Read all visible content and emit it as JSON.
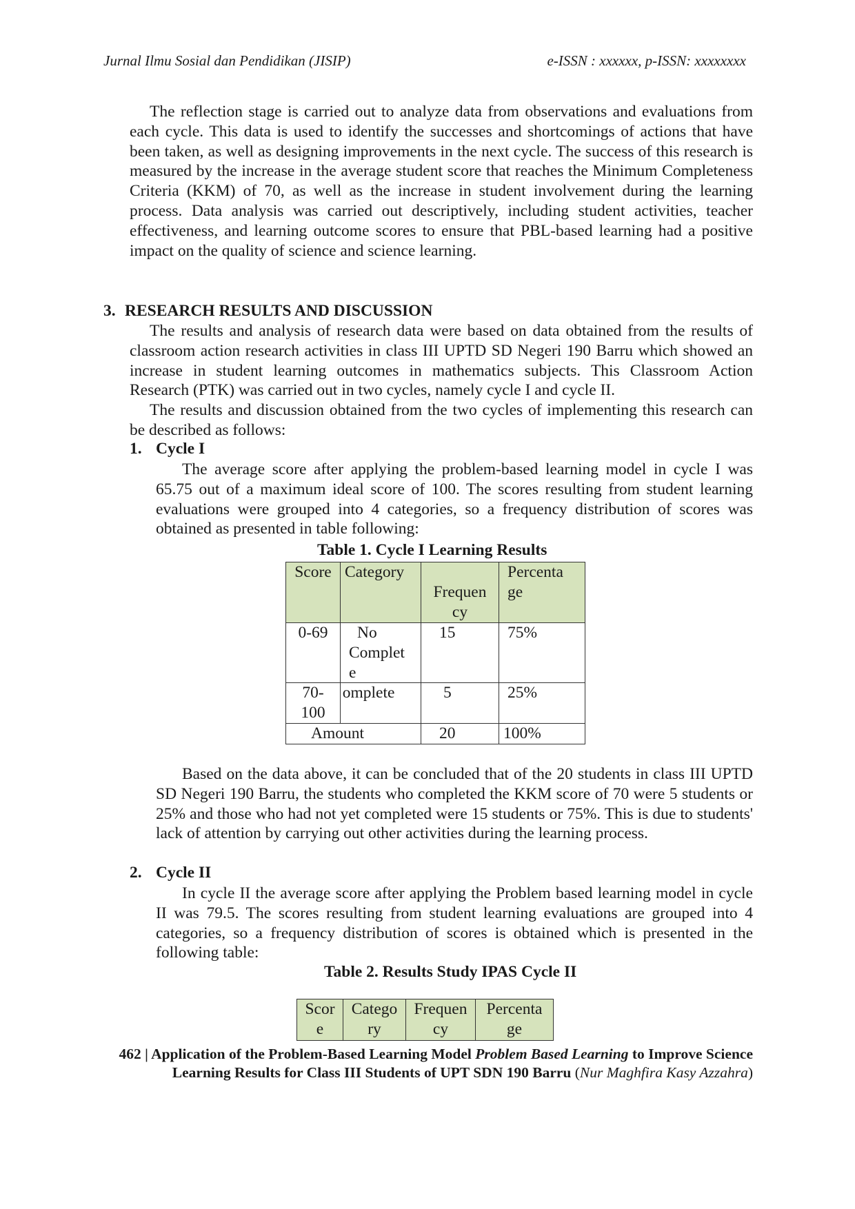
{
  "header": {
    "journal": "Jurnal Ilmu Sosial dan Pendidikan (JISIP)",
    "issn": "e-ISSN : xxxxxx, p-ISSN: xxxxxxxx"
  },
  "intro_paragraph": "The reflection stage is carried out to analyze data from observations and evaluations from each cycle. This data is used to identify the successes and shortcomings of actions that have been taken, as well as designing improvements in the next cycle. The success of this research is measured by the increase in the average student score that reaches the Minimum Completeness Criteria (KKM) of 70, as well as the increase in student involvement during the learning process. Data analysis was carried out descriptively, including student activities, teacher effectiveness, and learning outcome scores to ensure that PBL-based learning had a positive impact on the quality of science and science learning.",
  "section3": {
    "number": "3.",
    "title": "RESEARCH RESULTS AND DISCUSSION",
    "para1": "The results and analysis of research data were based on data obtained from the results of classroom action research activities in class III UPTD SD Negeri 190 Barru which showed an increase in student learning outcomes in mathematics subjects. This Classroom Action Research (PTK) was carried out in two cycles, namely cycle I and cycle II.",
    "para2": "The results and discussion obtained from the two cycles of implementing this research can be described as follows:"
  },
  "cycle1": {
    "number": "1.",
    "title": "Cycle I",
    "para": "The average score after applying the problem-based learning model in cycle I was 65.75 out of a maximum ideal score of 100. The scores resulting from student learning evaluations were grouped into 4 categories, so a frequency distribution of scores was obtained as presented in table following:",
    "table_caption": "Table 1. Cycle I Learning Results",
    "table": {
      "headers": [
        "Score",
        "Category",
        "Frequency",
        "Percentage"
      ],
      "header_lines": {
        "score": "Score",
        "category": "Category",
        "freq1": "Frequen",
        "freq2": "cy",
        "pct1": "Percenta",
        "pct2": "ge"
      },
      "rows": [
        {
          "score": "0-69",
          "category_l1": "No",
          "category_l2": "Complet",
          "category_l3": "e",
          "frequency": "15",
          "percentage": "75%"
        },
        {
          "score_l1": "70-",
          "score_l2": "100",
          "category": "Complete",
          "category_visible": "omplete",
          "frequency": "5",
          "percentage": "25%"
        }
      ],
      "total": {
        "label": "Amount",
        "frequency": "20",
        "percentage": "100%"
      }
    },
    "conclusion": "Based on the data above, it can be concluded that of the 20 students in class III UPTD SD Negeri 190 Barru, the students who completed the KKM score of 70 were 5 students or 25% and those who had not yet completed were 15 students or 75%. This is due to students' lack of attention by carrying out other activities during the learning process."
  },
  "cycle2": {
    "number": "2.",
    "title": "Cycle II",
    "para": "In cycle II the average score after applying the Problem based learning model in cycle II was 79.5. The scores resulting from student learning evaluations are grouped into 4 categories, so a frequency distribution of scores is obtained which is presented in the following table:",
    "table_caption": "Table 2. Results Study IPAS Cycle II",
    "table": {
      "header_lines": {
        "score1": "Scor",
        "score2": "e",
        "cat1": "Catego",
        "cat2": "ry",
        "freq1": "Frequen",
        "freq2": "cy",
        "pct1": "Percenta",
        "pct2": "ge"
      }
    }
  },
  "footer": {
    "page_number": "462",
    "separator": "|",
    "title_part1": "Application of the Problem-Based Learning Model",
    "title_italic": "Problem Based Learning",
    "title_part2": "to Improve Science Learning Results for Class III Students of UPT SDN 190 Barru",
    "author": "Nur Maghfira Kasy Azzahra"
  }
}
